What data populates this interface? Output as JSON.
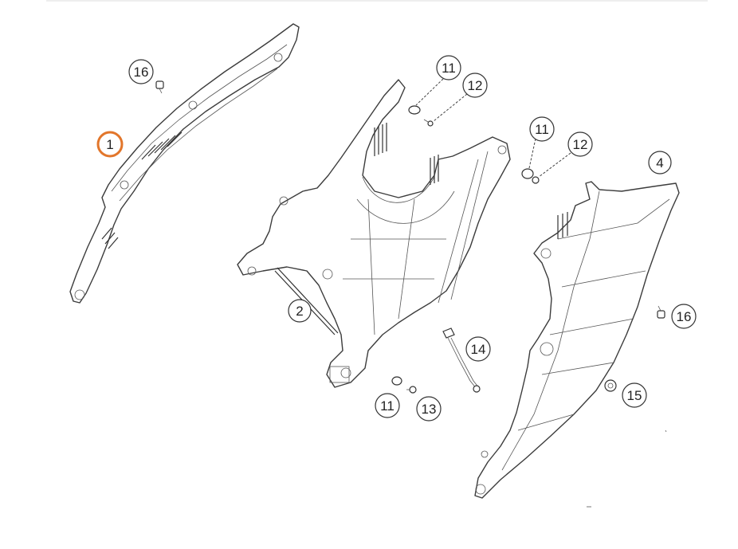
{
  "diagram": {
    "callouts": [
      {
        "id": "c1",
        "label": "1",
        "highlighted": true
      },
      {
        "id": "c2",
        "label": "2",
        "highlighted": false
      },
      {
        "id": "c4",
        "label": "4",
        "highlighted": false
      },
      {
        "id": "c11a",
        "label": "11",
        "highlighted": false
      },
      {
        "id": "c11b",
        "label": "11",
        "highlighted": false
      },
      {
        "id": "c11c",
        "label": "11",
        "highlighted": false
      },
      {
        "id": "c12a",
        "label": "12",
        "highlighted": false
      },
      {
        "id": "c12b",
        "label": "12",
        "highlighted": false
      },
      {
        "id": "c13",
        "label": "13",
        "highlighted": false
      },
      {
        "id": "c14",
        "label": "14",
        "highlighted": false
      },
      {
        "id": "c15",
        "label": "15",
        "highlighted": false
      },
      {
        "id": "c16a",
        "label": "16",
        "highlighted": false
      },
      {
        "id": "c16b",
        "label": "16",
        "highlighted": false
      }
    ],
    "colors": {
      "highlight": "#e2762b",
      "callout_stroke": "#333333",
      "line_art": "#3c3c3c",
      "background": "#ffffff"
    }
  }
}
